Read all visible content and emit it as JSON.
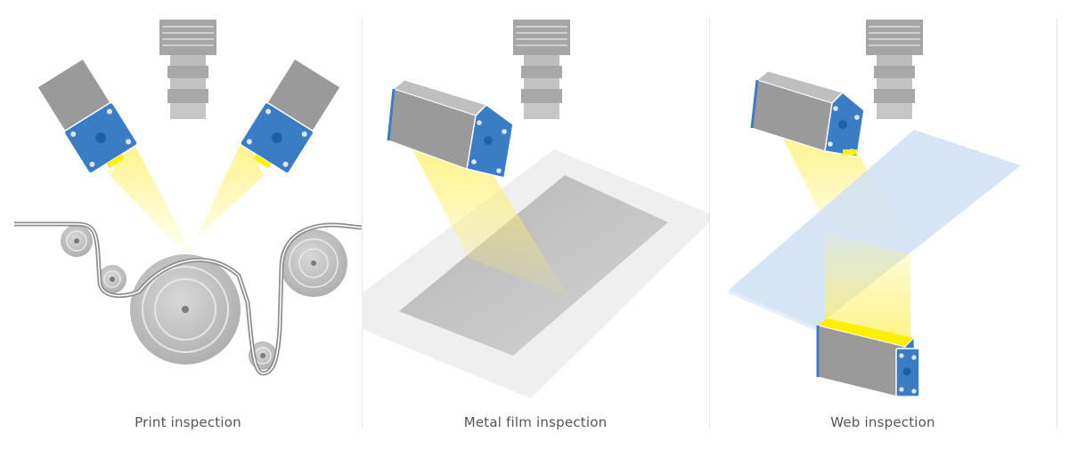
{
  "panels": [
    {
      "caption": "Print inspection"
    },
    {
      "caption": "Metal film inspection"
    },
    {
      "caption": "Web inspection"
    }
  ],
  "colors": {
    "camera_blue": "#3b7dc4",
    "camera_grey": "#9a9a9a",
    "light_yellow": "#fff36a",
    "web_blue": "#cfe0f4",
    "roller_grey": "#bdbdbd"
  },
  "icons": [
    "area-scan-camera-icon",
    "line-scan-camera-icon",
    "light-beam-icon",
    "roller-icon",
    "web-sheet-icon"
  ]
}
